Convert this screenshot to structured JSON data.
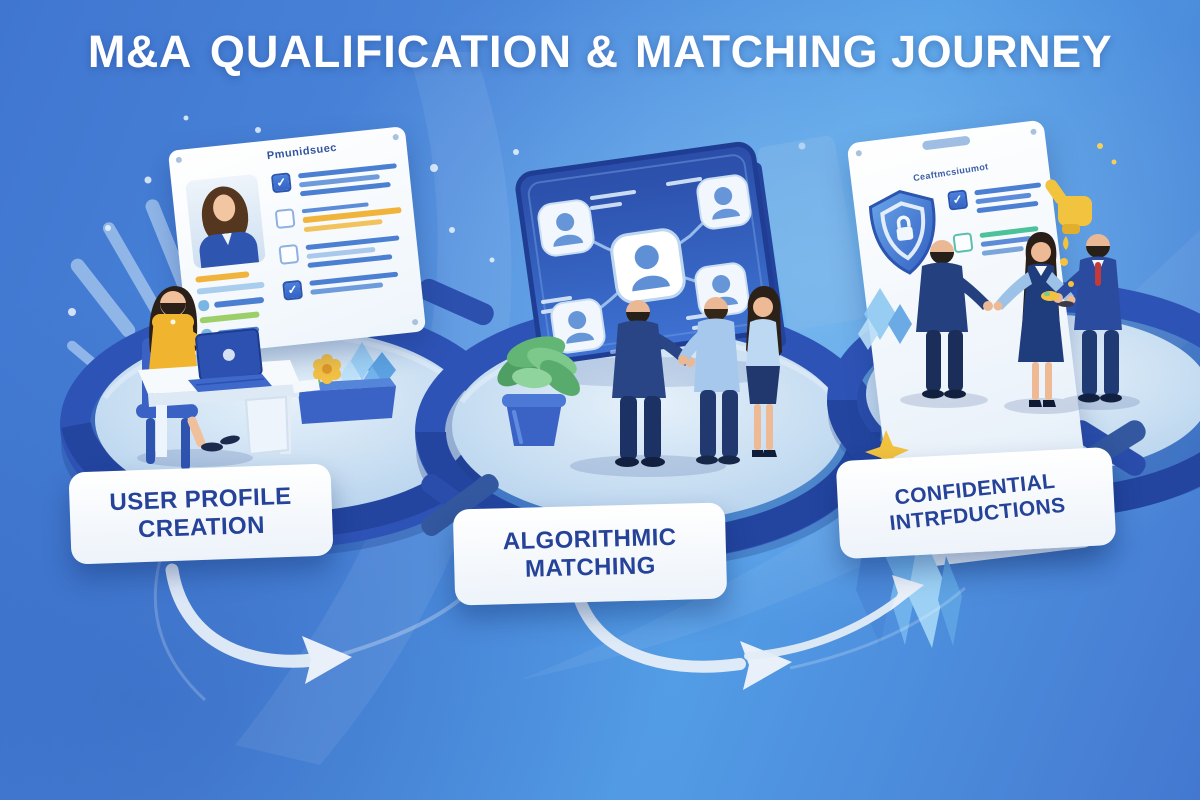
{
  "title": {
    "part1": "M&A",
    "part2": "QUALIFICATION &",
    "part3": "MATCHING JOURNEY"
  },
  "stages": [
    {
      "name": "User Profile Creation",
      "label_line1": "USER PROFILE",
      "label_line2": "CREATION",
      "card_header": "Pmunidsuec"
    },
    {
      "name": "Algorithmic Matching",
      "label_line1": "ALGORITHMIC",
      "label_line2": "MATCHING"
    },
    {
      "name": "Confidential Introductions",
      "label_line1": "CONFIDENTIAL",
      "label_line2": "INTRFDUCTIONS",
      "card_header": "Ceaftmcsiuumot"
    }
  ],
  "icons": {
    "stage1": [
      "avatar-photo",
      "checkbox-checked-icon",
      "checkbox-empty-icon",
      "laptop-icon",
      "sparkle-burst-icon",
      "flower-decor-icon"
    ],
    "stage2": [
      "network-node-avatar-icon",
      "plant-icon"
    ],
    "stage3": [
      "shield-lock-icon",
      "checkbox-checked-icon",
      "checkbox-empty-icon",
      "thumbs-up-icon",
      "star-icon",
      "crystal-icon"
    ],
    "flow": [
      "curved-arrow-icon",
      "curved-arrow-icon",
      "curved-arrow-icon"
    ]
  },
  "colors": {
    "background_blue": "#4a82d8",
    "background_light": "#5ba6ea",
    "ring_blue": "#2e53b6",
    "platform_light": "#cfe2f5",
    "card_white": "#f8fbfe",
    "label_text": "#26439a",
    "accent_yellow": "#f0b43c",
    "accent_green": "#9ccf6a",
    "line_blue": "#4a7fd2",
    "suit_navy": "#24407e",
    "shirt_light_blue": "#a6c8ec"
  }
}
